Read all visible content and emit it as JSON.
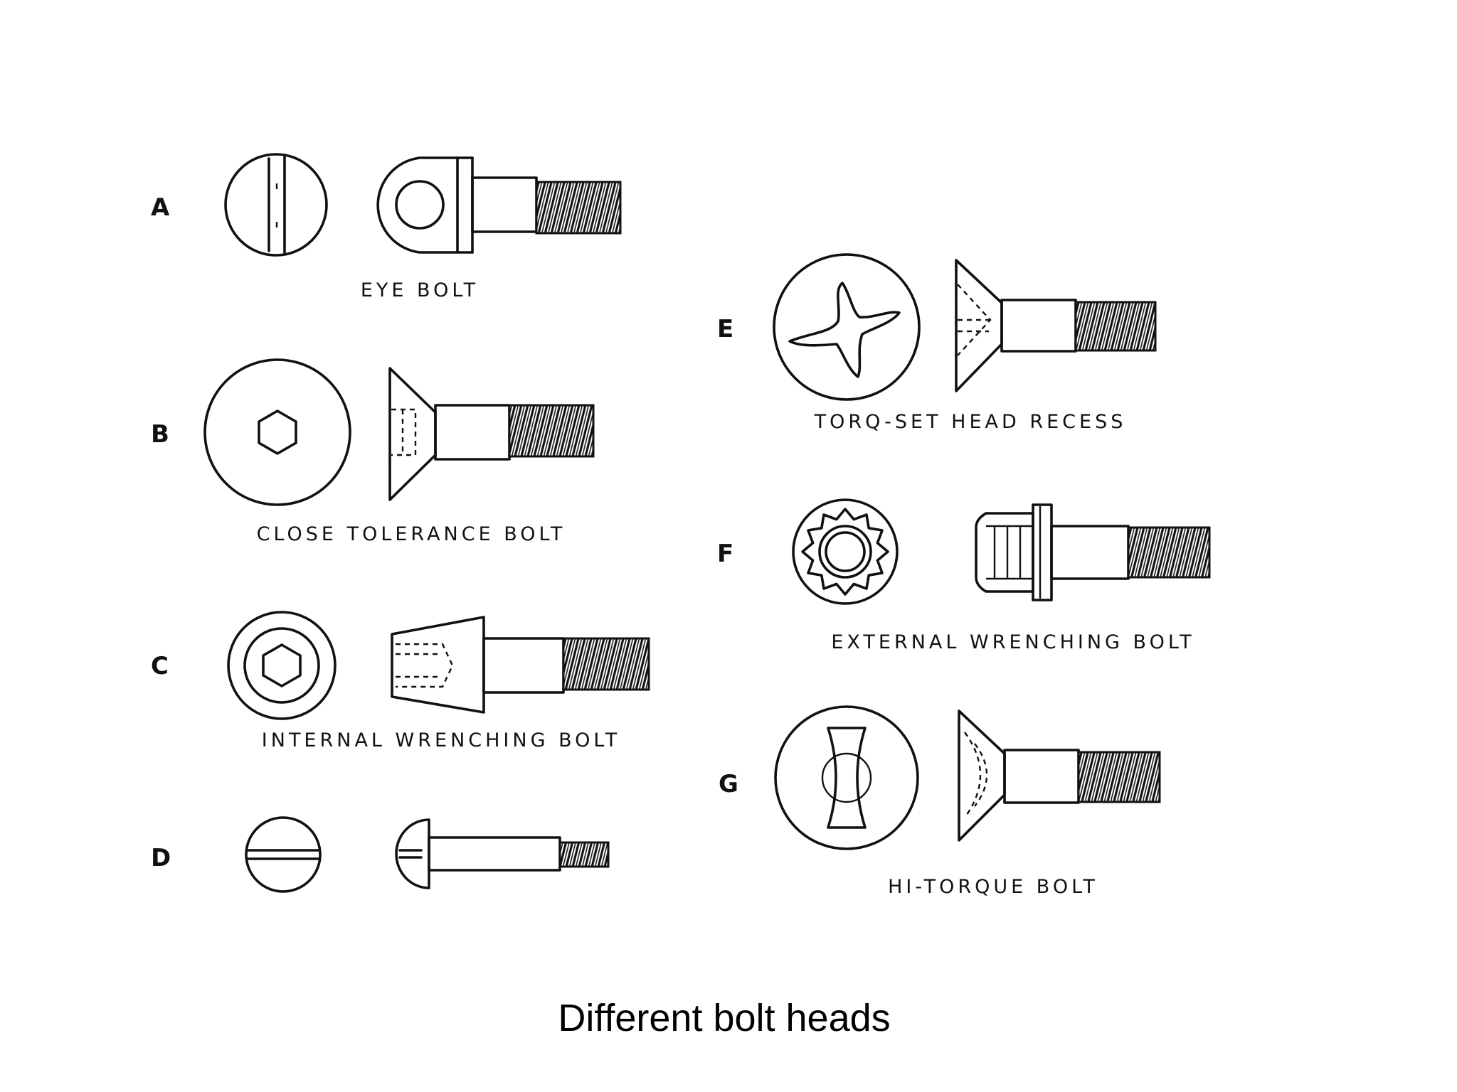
{
  "title": "Different bolt heads",
  "bolts": [
    {
      "letter": "A",
      "caption": "EYE BOLT",
      "head_icon": "slotted-head-icon",
      "side_icon": "eye-bolt-side-icon"
    },
    {
      "letter": "B",
      "caption": "CLOSE TOLERANCE BOLT",
      "head_icon": "hex-socket-head-icon",
      "side_icon": "countersunk-bolt-side-icon"
    },
    {
      "letter": "C",
      "caption": "INTERNAL WRENCHING BOLT",
      "head_icon": "hex-socket-washer-head-icon",
      "side_icon": "internal-wrenching-bolt-side-icon"
    },
    {
      "letter": "D",
      "caption": "",
      "head_icon": "slotted-round-head-icon",
      "side_icon": "clevis-bolt-side-icon"
    },
    {
      "letter": "E",
      "caption": "TORQ-SET HEAD RECESS",
      "head_icon": "torq-set-head-icon",
      "side_icon": "countersunk-bolt-side-icon"
    },
    {
      "letter": "F",
      "caption": "EXTERNAL WRENCHING BOLT",
      "head_icon": "twelve-point-head-icon",
      "side_icon": "external-wrenching-bolt-side-icon"
    },
    {
      "letter": "G",
      "caption": "HI-TORQUE BOLT",
      "head_icon": "hi-torque-head-icon",
      "side_icon": "countersunk-bolt-side-icon"
    }
  ]
}
